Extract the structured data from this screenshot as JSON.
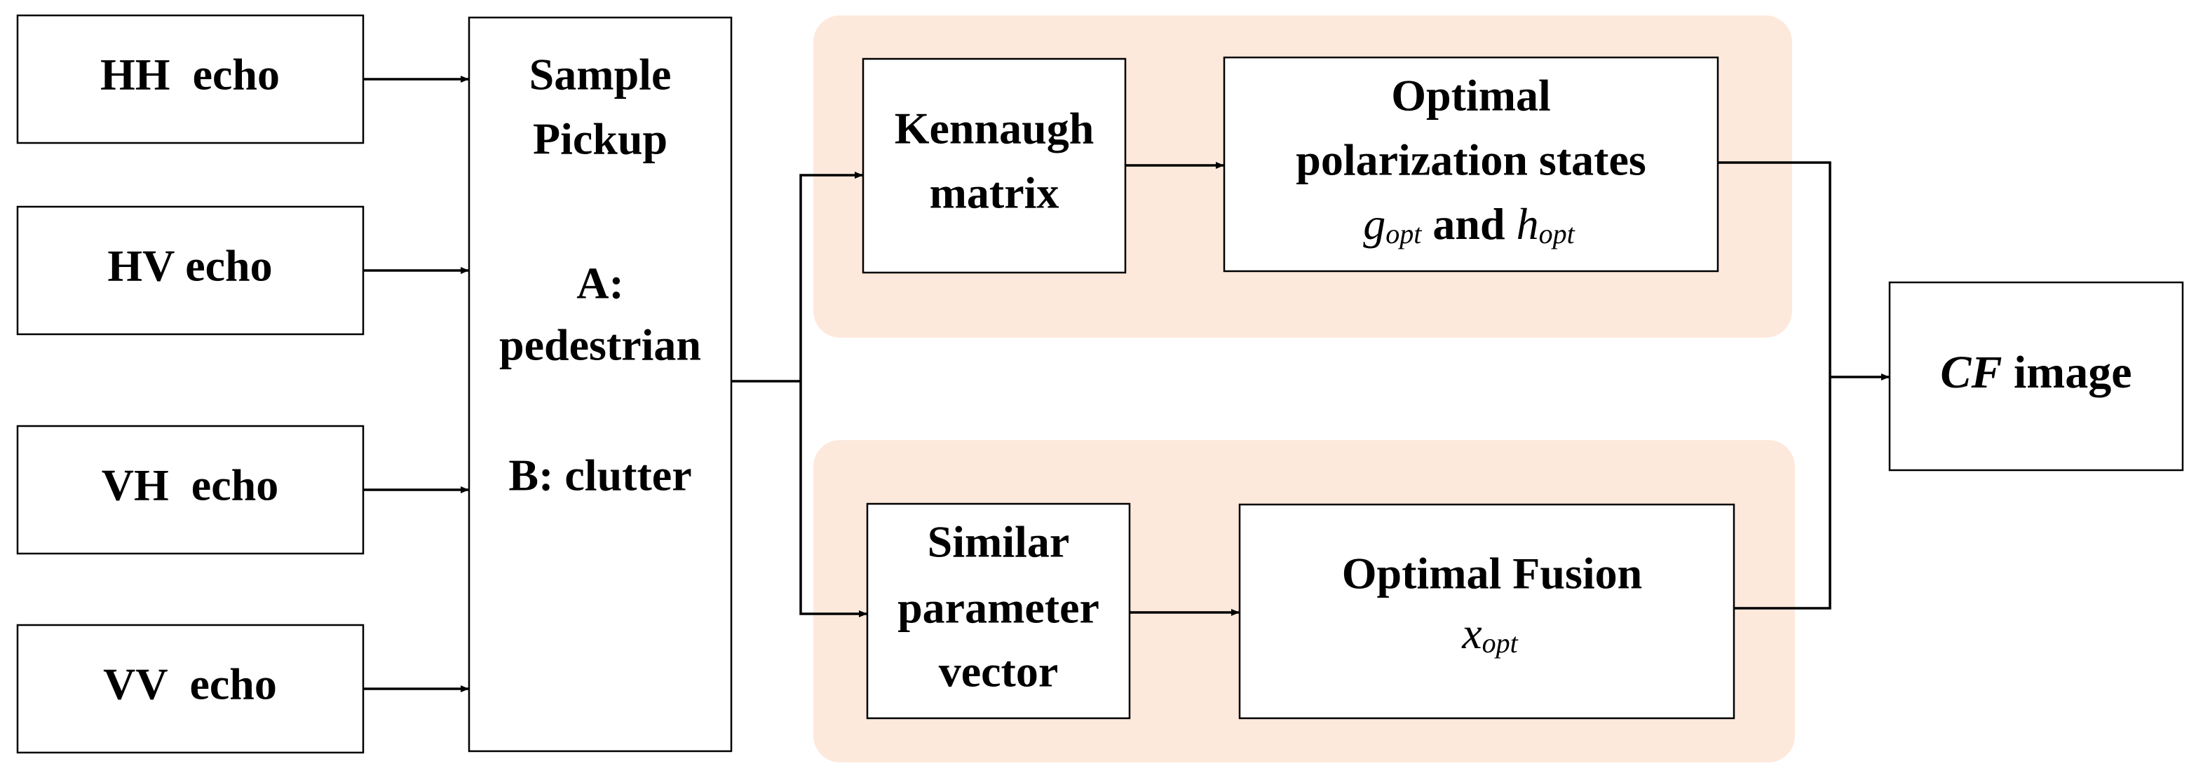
{
  "colors": {
    "highlight_panel": "#fde9dc",
    "box_fill": "#ffffff",
    "stroke": "#000000"
  },
  "inputs": {
    "hh": "HH  echo",
    "hv": "HV echo",
    "vh": "VH  echo",
    "vv": "VV  echo"
  },
  "sample_pickup": {
    "line1": "Sample",
    "line2": "Pickup",
    "a_label": "A:",
    "a_value": "pedestrian",
    "b": "B: clutter"
  },
  "upper_branch": {
    "kennaugh_line1": "Kennaugh",
    "kennaugh_line2": "matrix",
    "optimal_line1": "Optimal",
    "optimal_line2": "polarization states",
    "g_symbol": "g",
    "g_subscript": "opt",
    "and_word": " and ",
    "h_symbol": "h",
    "h_subscript": "opt"
  },
  "lower_branch": {
    "similar_line1": "Similar",
    "similar_line2": "parameter",
    "similar_line3": "vector",
    "fusion_line1": "Optimal Fusion",
    "x_symbol": "x",
    "x_subscript": "opt"
  },
  "output": {
    "cf": "CF",
    "image_word": " image"
  }
}
